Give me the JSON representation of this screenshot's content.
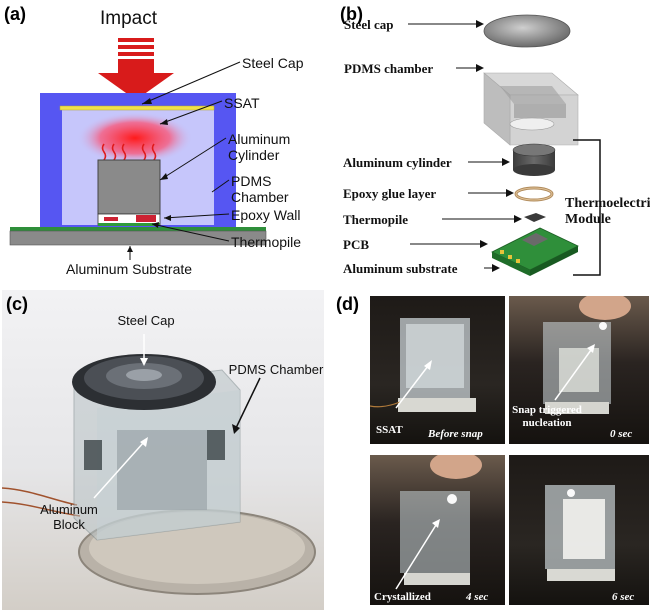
{
  "panels": {
    "a": {
      "label": "(a)",
      "impact": "Impact",
      "steel_cap": "Steel Cap",
      "ssat": "SSAT",
      "aluminum_cylinder": "Aluminum Cylinder",
      "pdms_chamber": "PDMS Chamber",
      "epoxy_wall": "Epoxy Wall",
      "thermopile": "Thermopile",
      "aluminum_substrate": "Aluminum Substrate"
    },
    "b": {
      "label": "(b)",
      "steel_cap": "Steel cap",
      "pdms_chamber": "PDMS chamber",
      "aluminum_cylinder": "Aluminum cylinder",
      "epoxy_glue_layer": "Epoxy glue layer",
      "thermopile": "Thermopile",
      "pcb": "PCB",
      "aluminum_substrate": "Aluminum substrate",
      "thermoelectric_module": "Thermoelectric Module"
    },
    "c": {
      "label": "(c)",
      "steel_cap": "Steel Cap",
      "pdms_chamber": "PDMS Chamber",
      "aluminum_block": "Aluminum Block"
    },
    "d": {
      "label": "(d)",
      "ssat": "SSAT",
      "before_snap": "Before snap",
      "snap_triggered": "Snap triggered nucleation",
      "t0": "0 sec",
      "crystallized": "Crystallized",
      "t4": "4 sec",
      "t6": "6 sec"
    }
  },
  "colors": {
    "pdms_blue": "#5b5bf5",
    "ssat_light": "#c9c9fb",
    "impact_red": "#d81b1b",
    "steel_cap_yellow": "#f0e24a",
    "cylinder_gray": "#8a8a8a",
    "pcb_green": "#2f8f3a"
  }
}
